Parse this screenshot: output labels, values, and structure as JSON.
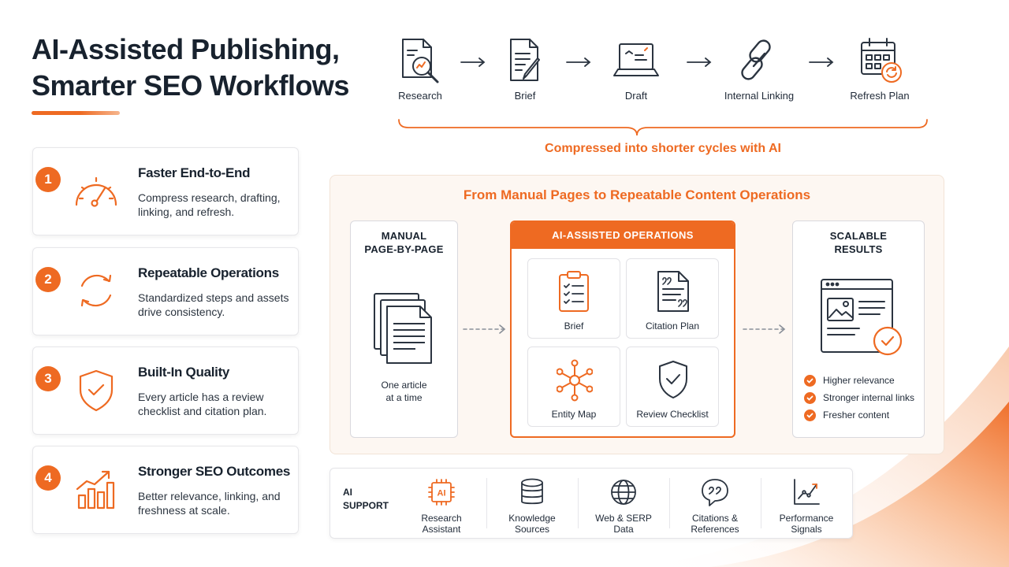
{
  "title": {
    "line1": "AI-Assisted Publishing,",
    "line2": "Smarter SEO Workflows"
  },
  "colors": {
    "accent": "#ee6a22",
    "dark": "#18222e",
    "panel_bg": "#fdf7f2"
  },
  "benefits": [
    {
      "num": "1",
      "title": "Faster End-to-End",
      "desc": "Compress research, drafting, linking, and refresh.",
      "icon": "speedometer-icon"
    },
    {
      "num": "2",
      "title": "Repeatable Operations",
      "desc": "Standardized steps and assets drive consistency.",
      "icon": "cycle-arrows-icon"
    },
    {
      "num": "3",
      "title": "Built-In Quality",
      "desc": "Every article has a review checklist and citation plan.",
      "icon": "shield-check-icon"
    },
    {
      "num": "4",
      "title": "Stronger SEO Outcomes",
      "desc": "Better relevance, linking, and freshness at scale.",
      "icon": "growth-chart-icon"
    }
  ],
  "pipeline": {
    "steps": [
      {
        "label": "Research",
        "icon": "document-magnifier-icon"
      },
      {
        "label": "Brief",
        "icon": "brief-pen-icon"
      },
      {
        "label": "Draft",
        "icon": "laptop-icon"
      },
      {
        "label": "Internal Linking",
        "icon": "chain-link-icon"
      },
      {
        "label": "Refresh Plan",
        "icon": "calendar-refresh-icon"
      }
    ],
    "caption": "Compressed into shorter cycles with AI"
  },
  "panel": {
    "title": "From Manual Pages to Repeatable Content Operations",
    "manual": {
      "heading_line1": "MANUAL",
      "heading_line2": "PAGE-BY-PAGE",
      "caption_line1": "One article",
      "caption_line2": "at a time"
    },
    "ai": {
      "heading": "AI-ASSISTED OPERATIONS",
      "tiles": [
        {
          "label": "Brief",
          "icon": "clipboard-checklist-icon"
        },
        {
          "label": "Citation Plan",
          "icon": "citation-document-icon"
        },
        {
          "label": "Entity Map",
          "icon": "network-hub-icon"
        },
        {
          "label": "Review Checklist",
          "icon": "shield-check-icon"
        }
      ]
    },
    "results": {
      "heading_line1": "SCALABLE",
      "heading_line2": "RESULTS",
      "items": [
        "Higher relevance",
        "Stronger internal links",
        "Fresher content"
      ]
    }
  },
  "support": {
    "label_line1": "AI",
    "label_line2": "SUPPORT",
    "items": [
      {
        "line1": "Research",
        "line2": "Assistant",
        "icon": "ai-chip-icon"
      },
      {
        "line1": "Knowledge",
        "line2": "Sources",
        "icon": "database-icon"
      },
      {
        "line1": "Web & SERP",
        "line2": "Data",
        "icon": "globe-icon"
      },
      {
        "line1": "Citations &",
        "line2": "References",
        "icon": "quote-bubble-icon"
      },
      {
        "line1": "Performance",
        "line2": "Signals",
        "icon": "line-chart-icon"
      }
    ]
  }
}
